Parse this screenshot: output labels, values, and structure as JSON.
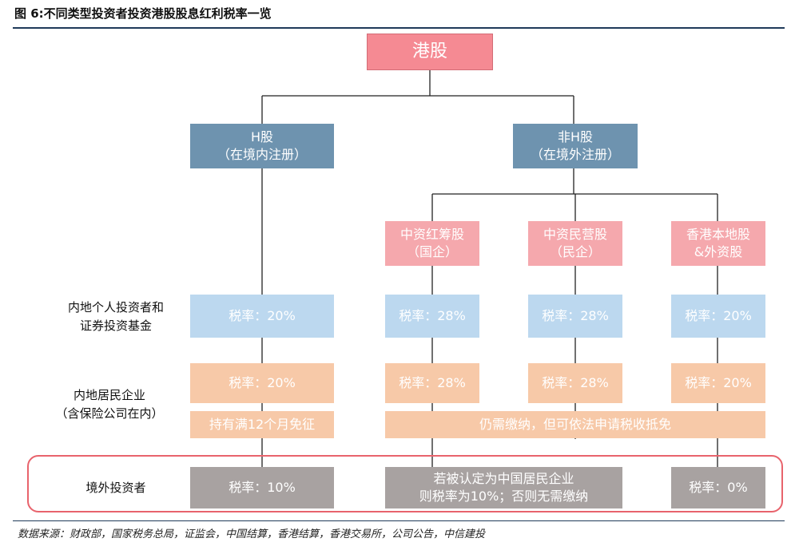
{
  "title": "图 6:不同类型投资者投资港股股息红利税率一览",
  "source": "数据来源：财政部，国家税务总局，证监会，中国结算，香港结算，香港交易所，公司公告，中信建投",
  "root": "港股",
  "h_share": {
    "line1": "H股",
    "line2": "（在境内注册）"
  },
  "non_h_share": {
    "line1": "非H股",
    "line2": "（在境外注册）"
  },
  "categories": {
    "red_chip": {
      "line1": "中资红筹股",
      "line2": "（国企）"
    },
    "private": {
      "line1": "中资民营股",
      "line2": "（民企）"
    },
    "local": {
      "line1": "香港本地股",
      "line2": "&外资股"
    }
  },
  "row_labels": {
    "individual": {
      "line1": "内地个人投资者和",
      "line2": "证券投资基金"
    },
    "enterprise": {
      "line1": "内地居民企业",
      "line2": "（含保险公司在内）"
    },
    "overseas": "境外投资者"
  },
  "rates": {
    "individual": {
      "h": "税率：20%",
      "red_chip": "税率：28%",
      "private": "税率：28%",
      "local": "税率：20%"
    },
    "enterprise": {
      "h": "税率：20%",
      "red_chip": "税率：28%",
      "private": "税率：28%",
      "local": "税率：20%"
    },
    "enterprise_note_h": "持有满12个月免征",
    "enterprise_note_other": "仍需缴纳，但可依法申请税收抵免",
    "overseas": {
      "h": "税率：10%",
      "mid_line1": "若被认定为中国居民企业",
      "mid_line2": "则税率为10%；否则无需缴纳",
      "local": "税率：0%"
    }
  },
  "colors": {
    "root": "#f58a93",
    "register_boxes": "#6e93af",
    "category_boxes": "#f5a8ad",
    "individual_rate": "#bcd8ef",
    "enterprise_rate": "#f7c9a8",
    "overseas_rate": "#a8a2a1",
    "highlight_border": "#e8636c"
  }
}
